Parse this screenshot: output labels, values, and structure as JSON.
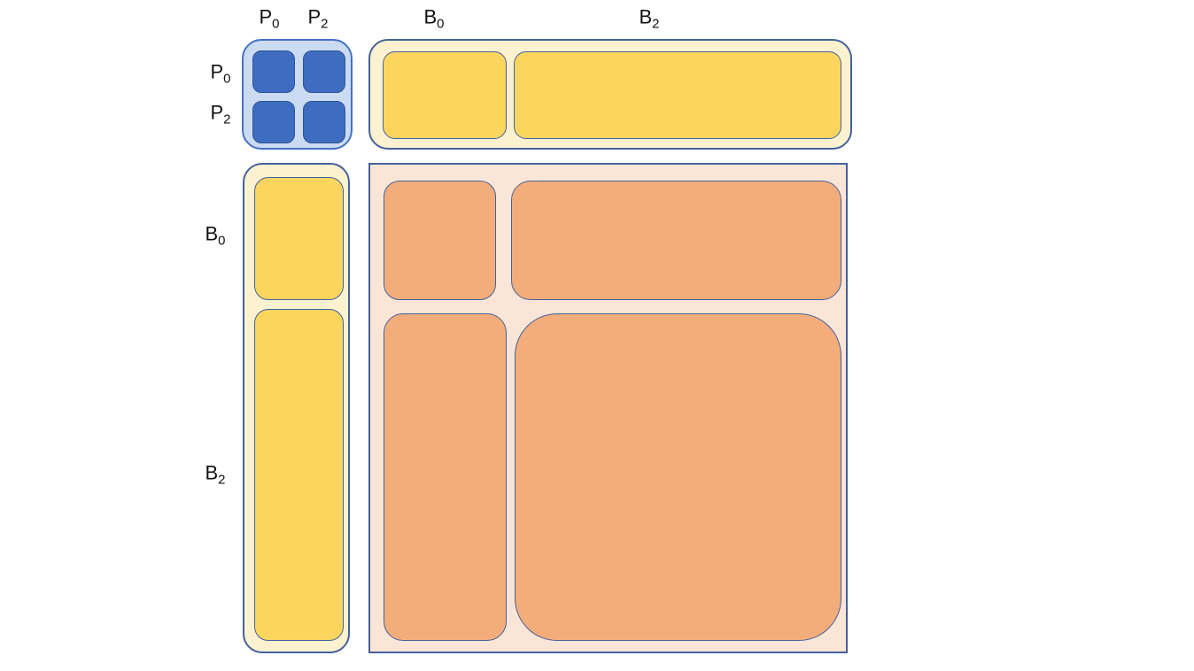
{
  "colors": {
    "canvas-bg": "#ffffff",
    "label-color": "#111111",
    "stroke": "#44629b",
    "pp-container-fill": "#cbdbf1",
    "pp-container-border": "#4472c4",
    "pp-cell-fill": "#3d6cc0",
    "pp-cell-border": "#2f5597",
    "b-container-fill": "#fcf2d0",
    "b-cell-fill": "#fbd55e",
    "bb-container-fill": "#fae5d7",
    "bb-cell-fill": "#f3ad7b"
  },
  "labels": {
    "P0": {
      "base": "P",
      "sub": "0"
    },
    "P2": {
      "base": "P",
      "sub": "2"
    },
    "B0": {
      "base": "B",
      "sub": "0"
    },
    "B2": {
      "base": "B",
      "sub": "2"
    }
  }
}
